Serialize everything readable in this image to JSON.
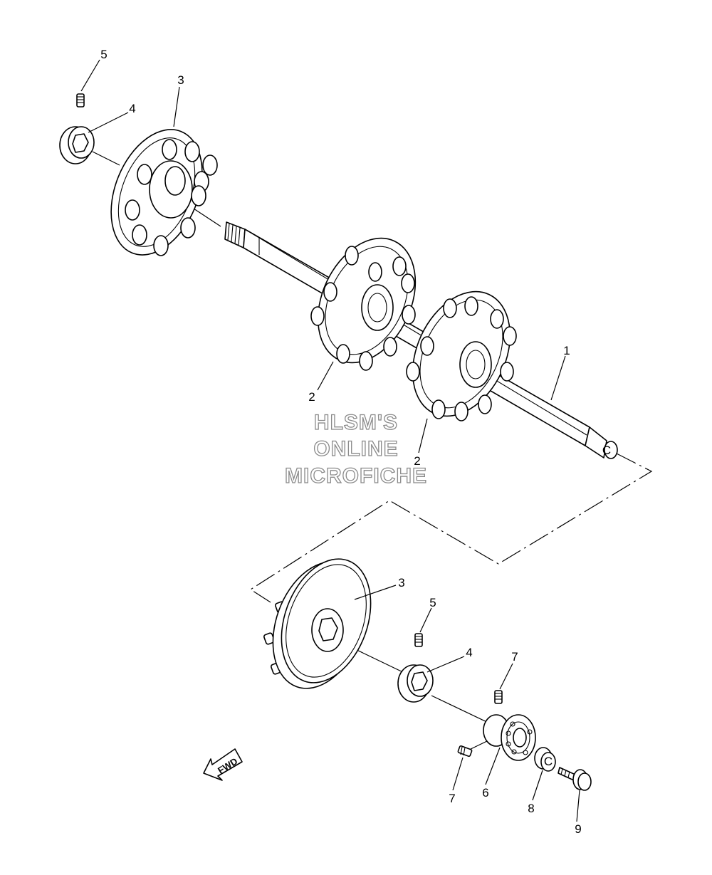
{
  "watermark": {
    "line1": "HLSM'S",
    "line2": "ONLINE",
    "line3": "MICROFICHE",
    "color": "#8a8a8a"
  },
  "direction_arrow": {
    "label": "FWD",
    "icon": "arrow-down-left-icon"
  },
  "shaft_end_mark": "C",
  "nut_mark": "C",
  "callouts": {
    "shaft": "1",
    "sprocket_upper": "2",
    "sprocket_lower": "2",
    "wheel_top": "3",
    "collar_top": "4",
    "screw_top": "5",
    "wheel_bottom": "3",
    "screw_bottom": "5",
    "collar_bottom": "4",
    "pin_upper": "7",
    "pin_lower": "7",
    "bearing": "6",
    "nut": "8",
    "bolt": "9"
  }
}
